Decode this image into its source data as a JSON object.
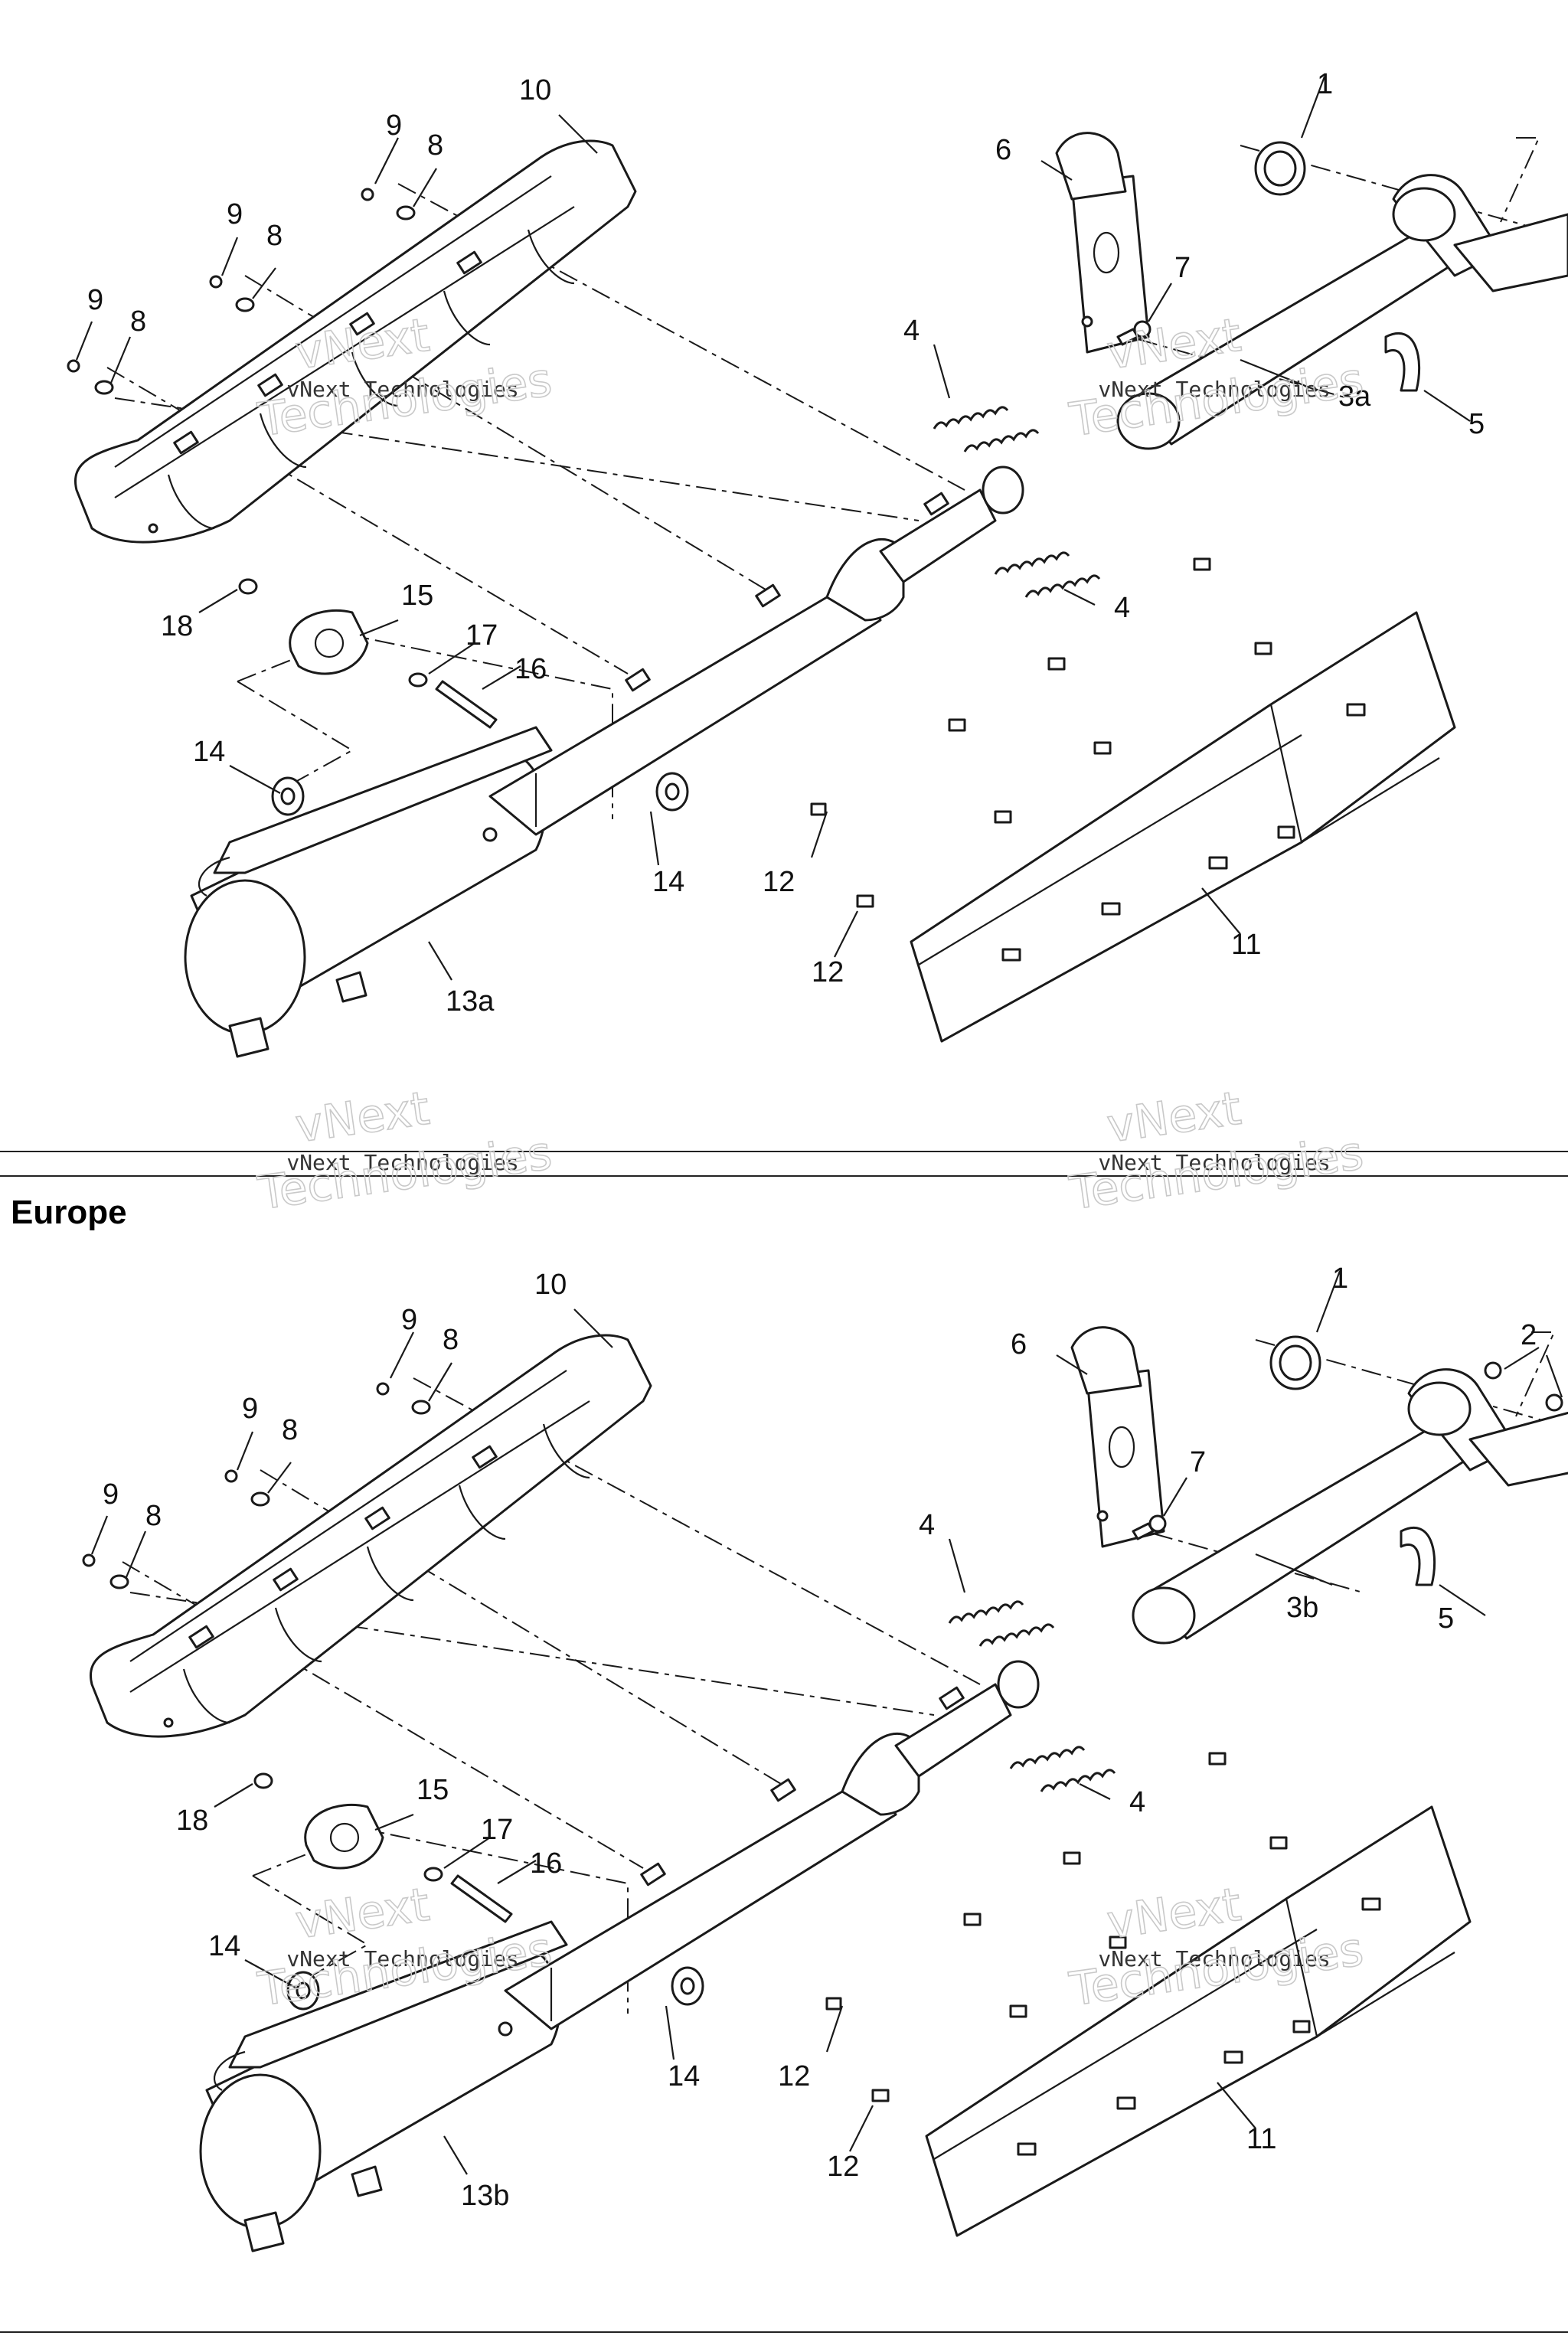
{
  "sections": [
    {
      "region_title": "",
      "callouts": {
        "c1": "1",
        "c3": "3a",
        "c4a": "4",
        "c4b": "4",
        "c5": "5",
        "c6": "6",
        "c7": "7",
        "c8a": "8",
        "c8b": "8",
        "c8c": "8",
        "c9a": "9",
        "c9b": "9",
        "c9c": "9",
        "c10": "10",
        "c11": "11",
        "c12a": "12",
        "c12b": "12",
        "c13": "13a",
        "c14a": "14",
        "c14b": "14",
        "c15": "15",
        "c16": "16",
        "c17": "17",
        "c18": "18"
      }
    },
    {
      "region_title": "Europe",
      "callouts": {
        "c1": "1",
        "c2": "2",
        "c3": "3b",
        "c4a": "4",
        "c4b": "4",
        "c5": "5",
        "c6": "6",
        "c7": "7",
        "c8a": "8",
        "c8b": "8",
        "c8c": "8",
        "c9a": "9",
        "c9b": "9",
        "c9c": "9",
        "c10": "10",
        "c11": "11",
        "c12a": "12",
        "c12b": "12",
        "c13": "13b",
        "c14a": "14",
        "c14b": "14",
        "c15": "15",
        "c16": "16",
        "c17": "17",
        "c18": "18"
      }
    }
  ],
  "watermark": {
    "line1": "vNext",
    "line2": "vNext Technologies",
    "line3": "Technologies"
  }
}
